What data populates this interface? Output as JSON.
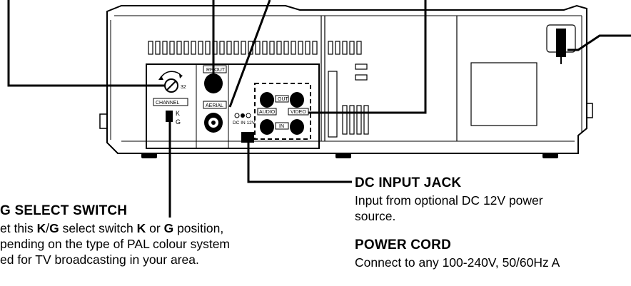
{
  "panel_labels": {
    "rf_out": "RF OUT",
    "aerial": "AERIAL",
    "channel": "CHANNEL",
    "channel_num": "32",
    "switch_k": "K",
    "switch_g": "G",
    "audio": "AUDIO",
    "video": "VIDEO",
    "out": "OUT",
    "in": "IN",
    "dc_in": "DC IN 12V"
  },
  "kg_switch": {
    "title": "G SELECT SWITCH",
    "line1_pre": "et this ",
    "line1_bold1": "K",
    "line1_slash": "/",
    "line1_bold2": "G",
    "line1_mid": " select switch ",
    "line1_bold3": "K",
    "line1_or": " or ",
    "line1_bold4": "G",
    "line1_post": " position,",
    "line2": "pending on the type of PAL colour system",
    "line3": "ed for TV broadcasting in your area."
  },
  "dc_input": {
    "title": "DC INPUT JACK",
    "line1": "Input from optional DC 12V power",
    "line2": "source."
  },
  "power_cord": {
    "title": "POWER CORD",
    "line1": "Connect to any 100-240V, 50/60Hz A"
  }
}
